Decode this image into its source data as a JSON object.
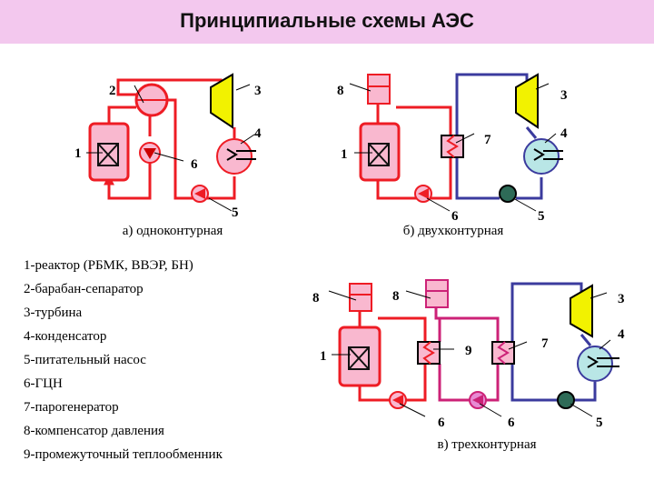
{
  "title": "Принципиальные схемы АЭС",
  "captions": {
    "a": "а) одноконтурная",
    "b": "б) двухконтурная",
    "c": "в) трехконтурная"
  },
  "numbers": {
    "n1": "1",
    "n2": "2",
    "n3": "3",
    "n4": "4",
    "n5": "5",
    "n6": "6",
    "n7": "7",
    "n8": "8",
    "n9": "9"
  },
  "legend": [
    "1-реактор (РБМК, ВВЭР, БН)",
    "2-барабан-сепаратор",
    "3-турбина",
    "4-конденсатор",
    "5-питательный насос",
    "6-ГЦН",
    "7-парогенератор",
    "8-компенсатор давления",
    "9-промежуточный теплообменник"
  ],
  "colors": {
    "banner": "#f3c8ee",
    "primary_loop": "#ee1c24",
    "intermediate_loop": "#cc2277",
    "secondary_loop": "#3b3b9e",
    "equipment_fill": "#f9b8cf",
    "turbine_fill": "#f2f200",
    "condenser_fill_closed": "#b9e6e6",
    "pump_fill_secondary": "#2e6b57",
    "intermediate_pump_fill": "#e78ad3"
  }
}
